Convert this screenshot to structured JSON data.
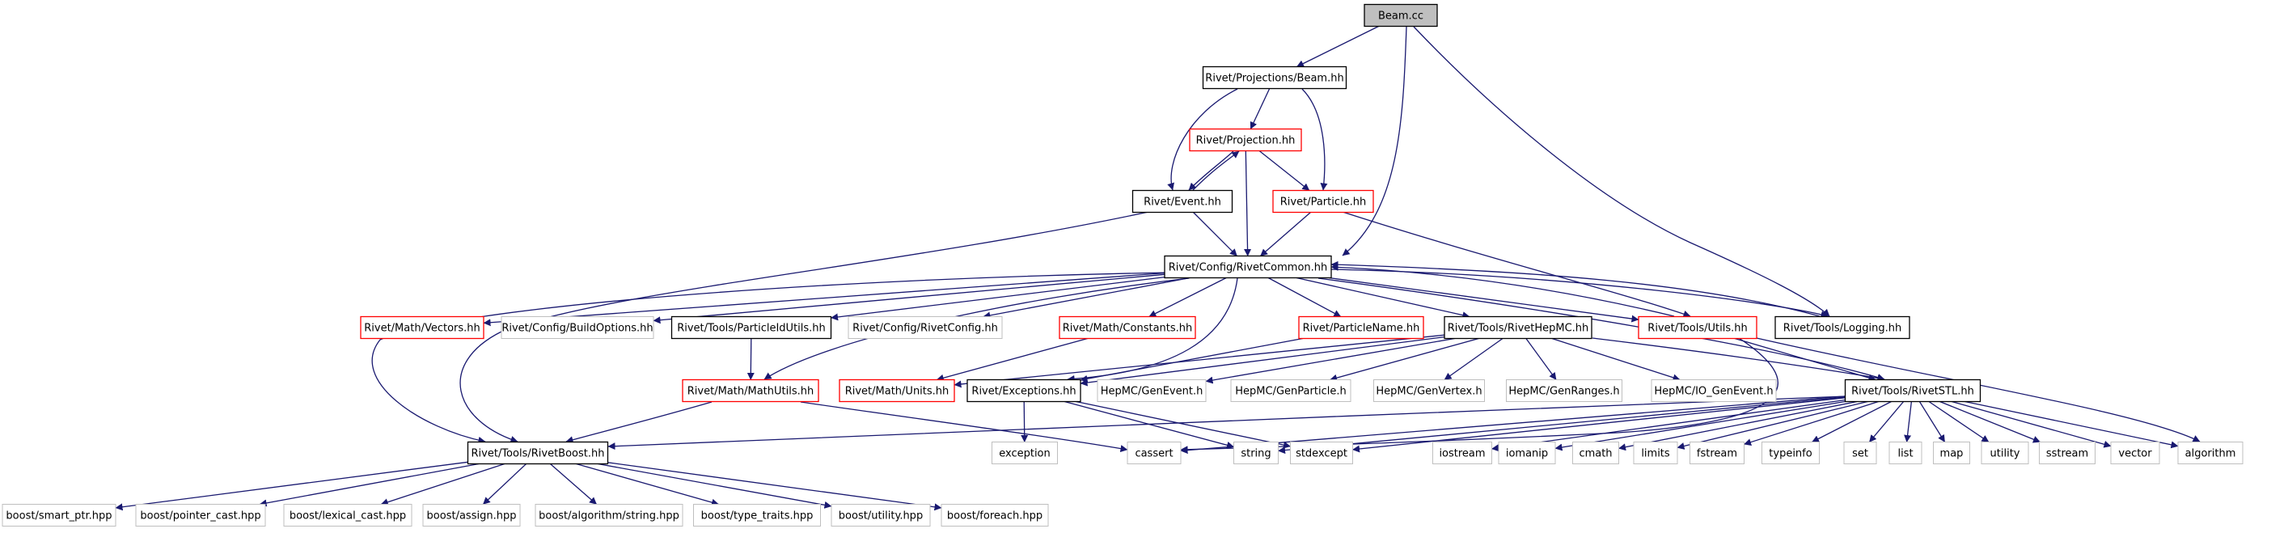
{
  "graph": {
    "nodes": [
      {
        "id": "beam_cc",
        "label": "Beam.cc",
        "style": "root"
      },
      {
        "id": "proj_beam",
        "label": "Rivet/Projections/Beam.hh",
        "style": "black"
      },
      {
        "id": "projection",
        "label": "Rivet/Projection.hh",
        "style": "red"
      },
      {
        "id": "event",
        "label": "Rivet/Event.hh",
        "style": "black"
      },
      {
        "id": "particle",
        "label": "Rivet/Particle.hh",
        "style": "red"
      },
      {
        "id": "rivetcommon",
        "label": "Rivet/Config/RivetCommon.hh",
        "style": "black"
      },
      {
        "id": "vectors",
        "label": "Rivet/Math/Vectors.hh",
        "style": "red"
      },
      {
        "id": "buildoptions",
        "label": "Rivet/Config/BuildOptions.hh",
        "style": "gray"
      },
      {
        "id": "particleidutils",
        "label": "Rivet/Tools/ParticleIdUtils.hh",
        "style": "black"
      },
      {
        "id": "rivetconfig",
        "label": "Rivet/Config/RivetConfig.hh",
        "style": "gray"
      },
      {
        "id": "constants",
        "label": "Rivet/Math/Constants.hh",
        "style": "red"
      },
      {
        "id": "particlename",
        "label": "Rivet/ParticleName.hh",
        "style": "red"
      },
      {
        "id": "rivethepmc",
        "label": "Rivet/Tools/RivetHepMC.hh",
        "style": "black"
      },
      {
        "id": "utils",
        "label": "Rivet/Tools/Utils.hh",
        "style": "red"
      },
      {
        "id": "logging",
        "label": "Rivet/Tools/Logging.hh",
        "style": "black"
      },
      {
        "id": "mathutils",
        "label": "Rivet/Math/MathUtils.hh",
        "style": "red"
      },
      {
        "id": "units",
        "label": "Rivet/Math/Units.hh",
        "style": "red"
      },
      {
        "id": "exceptions",
        "label": "Rivet/Exceptions.hh",
        "style": "black"
      },
      {
        "id": "genevent",
        "label": "HepMC/GenEvent.h",
        "style": "gray"
      },
      {
        "id": "genparticle",
        "label": "HepMC/GenParticle.h",
        "style": "gray"
      },
      {
        "id": "genvertex",
        "label": "HepMC/GenVertex.h",
        "style": "gray"
      },
      {
        "id": "genranges",
        "label": "HepMC/GenRanges.h",
        "style": "gray"
      },
      {
        "id": "io_genevent",
        "label": "HepMC/IO_GenEvent.h",
        "style": "gray"
      },
      {
        "id": "rivetstl",
        "label": "Rivet/Tools/RivetSTL.hh",
        "style": "black"
      },
      {
        "id": "rivetboost",
        "label": "Rivet/Tools/RivetBoost.hh",
        "style": "black"
      },
      {
        "id": "exception",
        "label": "exception",
        "style": "gray"
      },
      {
        "id": "cassert",
        "label": "cassert",
        "style": "gray"
      },
      {
        "id": "string",
        "label": "string",
        "style": "gray"
      },
      {
        "id": "stdexcept",
        "label": "stdexcept",
        "style": "gray"
      },
      {
        "id": "iostream",
        "label": "iostream",
        "style": "gray"
      },
      {
        "id": "iomanip",
        "label": "iomanip",
        "style": "gray"
      },
      {
        "id": "cmath",
        "label": "cmath",
        "style": "gray"
      },
      {
        "id": "limits",
        "label": "limits",
        "style": "gray"
      },
      {
        "id": "fstream",
        "label": "fstream",
        "style": "gray"
      },
      {
        "id": "typeinfo",
        "label": "typeinfo",
        "style": "gray"
      },
      {
        "id": "set",
        "label": "set",
        "style": "gray"
      },
      {
        "id": "list",
        "label": "list",
        "style": "gray"
      },
      {
        "id": "map",
        "label": "map",
        "style": "gray"
      },
      {
        "id": "utility",
        "label": "utility",
        "style": "gray"
      },
      {
        "id": "sstream",
        "label": "sstream",
        "style": "gray"
      },
      {
        "id": "vector",
        "label": "vector",
        "style": "gray"
      },
      {
        "id": "algorithm",
        "label": "algorithm",
        "style": "gray"
      },
      {
        "id": "smart_ptr",
        "label": "boost/smart_ptr.hpp",
        "style": "gray"
      },
      {
        "id": "pointer_cast",
        "label": "boost/pointer_cast.hpp",
        "style": "gray"
      },
      {
        "id": "lexical_cast",
        "label": "boost/lexical_cast.hpp",
        "style": "gray"
      },
      {
        "id": "assign",
        "label": "boost/assign.hpp",
        "style": "gray"
      },
      {
        "id": "algo_string",
        "label": "boost/algorithm/string.hpp",
        "style": "gray"
      },
      {
        "id": "type_traits",
        "label": "boost/type_traits.hpp",
        "style": "gray"
      },
      {
        "id": "b_utility",
        "label": "boost/utility.hpp",
        "style": "gray"
      },
      {
        "id": "foreach",
        "label": "boost/foreach.hpp",
        "style": "gray"
      }
    ],
    "edges": [
      [
        "beam_cc",
        "proj_beam"
      ],
      [
        "beam_cc",
        "rivetcommon"
      ],
      [
        "beam_cc",
        "logging"
      ],
      [
        "proj_beam",
        "projection"
      ],
      [
        "proj_beam",
        "event"
      ],
      [
        "proj_beam",
        "particle"
      ],
      [
        "projection",
        "event"
      ],
      [
        "projection",
        "particle"
      ],
      [
        "projection",
        "rivetcommon"
      ],
      [
        "event",
        "projection"
      ],
      [
        "event",
        "rivetcommon"
      ],
      [
        "event",
        "rivetboost"
      ],
      [
        "particle",
        "rivetcommon"
      ],
      [
        "particle",
        "utils"
      ],
      [
        "rivetcommon",
        "vectors"
      ],
      [
        "rivetcommon",
        "buildoptions"
      ],
      [
        "rivetcommon",
        "particleidutils"
      ],
      [
        "rivetcommon",
        "rivetconfig"
      ],
      [
        "rivetcommon",
        "constants"
      ],
      [
        "rivetcommon",
        "particlename"
      ],
      [
        "rivetcommon",
        "rivethepmc"
      ],
      [
        "rivetcommon",
        "utils"
      ],
      [
        "rivetcommon",
        "logging"
      ],
      [
        "rivetcommon",
        "mathutils"
      ],
      [
        "rivetcommon",
        "exceptions"
      ],
      [
        "rivetcommon",
        "rivetstl"
      ],
      [
        "rivetcommon",
        "rivetboost"
      ],
      [
        "utils",
        "rivetcommon"
      ],
      [
        "utils",
        "rivetstl"
      ],
      [
        "utils",
        "algorithm"
      ],
      [
        "utils",
        "cassert"
      ],
      [
        "logging",
        "rivetcommon"
      ],
      [
        "particleidutils",
        "mathutils"
      ],
      [
        "constants",
        "units"
      ],
      [
        "particlename",
        "exceptions"
      ],
      [
        "mathutils",
        "rivetboost"
      ],
      [
        "mathutils",
        "cassert"
      ],
      [
        "rivethepmc",
        "units"
      ],
      [
        "rivethepmc",
        "exceptions"
      ],
      [
        "rivethepmc",
        "genevent"
      ],
      [
        "rivethepmc",
        "genparticle"
      ],
      [
        "rivethepmc",
        "genvertex"
      ],
      [
        "rivethepmc",
        "genranges"
      ],
      [
        "rivethepmc",
        "io_genevent"
      ],
      [
        "rivethepmc",
        "rivetstl"
      ],
      [
        "exceptions",
        "exception"
      ],
      [
        "exceptions",
        "string"
      ],
      [
        "exceptions",
        "stdexcept"
      ],
      [
        "rivetstl",
        "rivetboost"
      ],
      [
        "rivetstl",
        "string"
      ],
      [
        "rivetstl",
        "stdexcept"
      ],
      [
        "rivetstl",
        "cassert"
      ],
      [
        "rivetstl",
        "iostream"
      ],
      [
        "rivetstl",
        "iomanip"
      ],
      [
        "rivetstl",
        "cmath"
      ],
      [
        "rivetstl",
        "limits"
      ],
      [
        "rivetstl",
        "fstream"
      ],
      [
        "rivetstl",
        "typeinfo"
      ],
      [
        "rivetstl",
        "set"
      ],
      [
        "rivetstl",
        "list"
      ],
      [
        "rivetstl",
        "map"
      ],
      [
        "rivetstl",
        "utility"
      ],
      [
        "rivetstl",
        "sstream"
      ],
      [
        "rivetstl",
        "vector"
      ],
      [
        "rivetstl",
        "algorithm"
      ],
      [
        "rivetboost",
        "smart_ptr"
      ],
      [
        "rivetboost",
        "pointer_cast"
      ],
      [
        "rivetboost",
        "lexical_cast"
      ],
      [
        "rivetboost",
        "assign"
      ],
      [
        "rivetboost",
        "algo_string"
      ],
      [
        "rivetboost",
        "type_traits"
      ],
      [
        "rivetboost",
        "b_utility"
      ],
      [
        "rivetboost",
        "foreach"
      ]
    ]
  },
  "colors": {
    "edge": "#191970",
    "black_border": "#000000",
    "red_border": "#ff0000",
    "gray_border": "#bfbfbf",
    "root_fill": "#bfbfbf",
    "node_fill": "#ffffff",
    "text": "#000000"
  }
}
